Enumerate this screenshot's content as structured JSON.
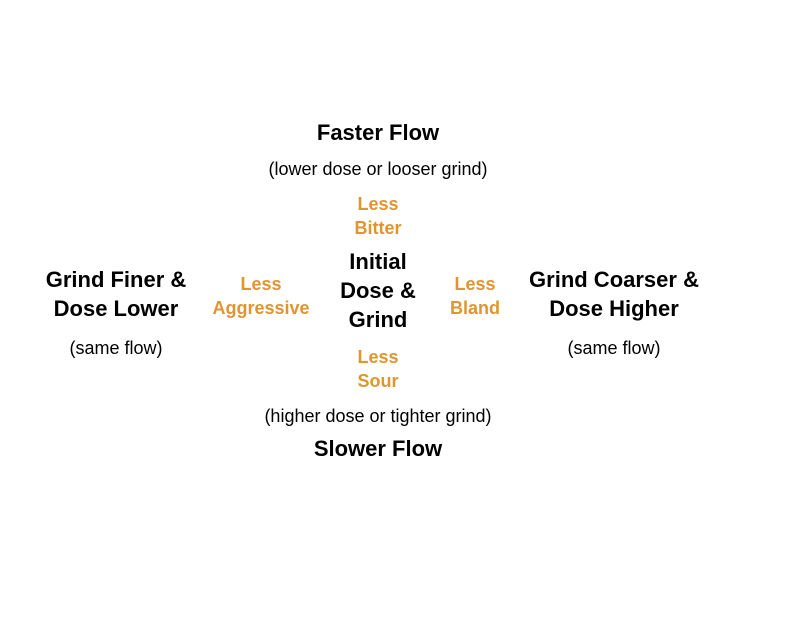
{
  "colors": {
    "taste": "#E0962F",
    "text": "#000000"
  },
  "center": {
    "lines": [
      "Initial",
      "Dose &",
      "Grind"
    ]
  },
  "top": {
    "title": "Faster Flow",
    "subtitle": "(lower dose or looser grind)",
    "taste": [
      "Less",
      "Bitter"
    ]
  },
  "bottom": {
    "title": "Slower Flow",
    "subtitle": "(higher dose or tighter grind)",
    "taste": [
      "Less",
      "Sour"
    ]
  },
  "left": {
    "title": [
      "Grind Finer &",
      "Dose Lower"
    ],
    "subtitle": "(same flow)",
    "taste": [
      "Less",
      "Aggressive"
    ]
  },
  "right": {
    "title": [
      "Grind Coarser &",
      "Dose Higher"
    ],
    "subtitle": "(same flow)",
    "taste": [
      "Less",
      "Bland"
    ]
  }
}
